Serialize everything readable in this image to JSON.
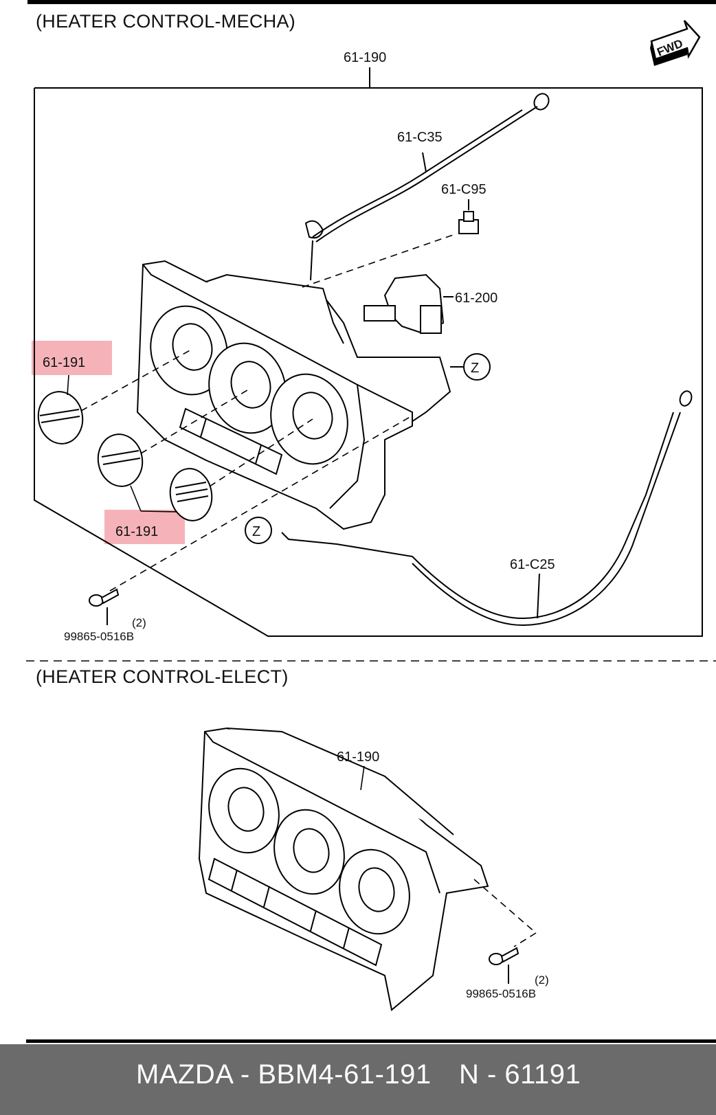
{
  "sections": {
    "mecha_title": "(HEATER CONTROL-MECHA)",
    "elect_title": "(HEATER CONTROL-ELECT)"
  },
  "fwd_label": "FWD",
  "parts": {
    "assembly": "61-190",
    "cable_c35": "61-C35",
    "clip_c95": "61-C95",
    "actuator": "61-200",
    "knob_1": "61-191",
    "knob_2": "61-191",
    "cable_c25": "61-C25",
    "screw": "99865-0516B",
    "screw_qty": "(2)",
    "ref_z_1": "Z",
    "ref_z_2": "Z",
    "assembly_elect": "61-190",
    "screw_elect": "99865-0516B",
    "screw_elect_qty": "(2)"
  },
  "highlight_color": "#f2a0a8",
  "footer": {
    "brand_part": "MAZDA - BBM4-61-191",
    "number": "N - 61191"
  }
}
